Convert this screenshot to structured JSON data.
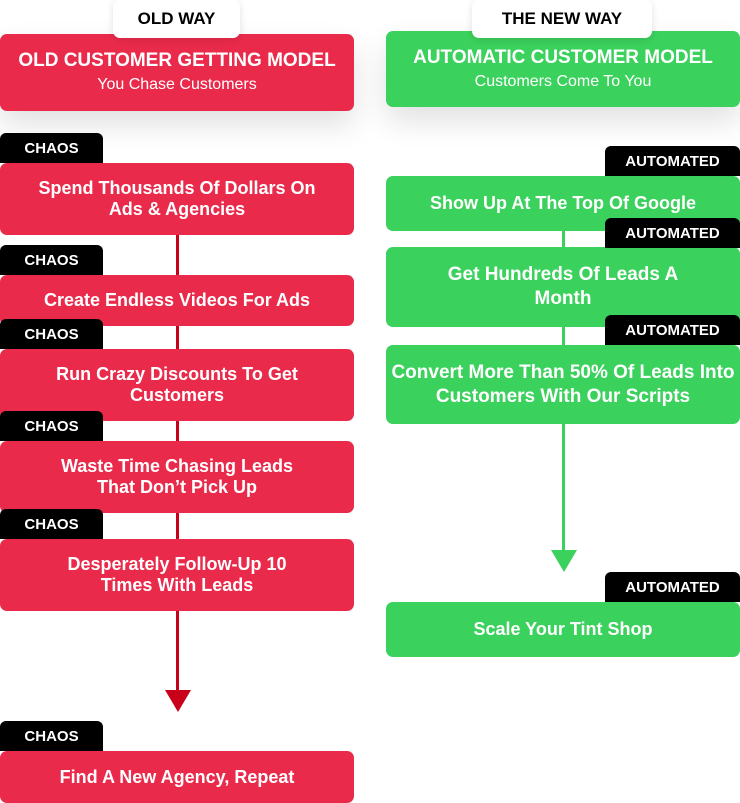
{
  "old": {
    "pill": "OLD WAY",
    "title": "OLD CUSTOMER GETTING MODEL",
    "subtitle": "You Chase Customers",
    "tag": "CHAOS",
    "steps": [
      "Spend Thousands Of Dollars On Ads & Agencies",
      "Create Endless Videos For Ads",
      "Run Crazy Discounts To Get Customers",
      "Waste Time Chasing Leads That Don’t Pick Up",
      "Desperately Follow-Up 10 Times With Leads",
      "Find A New Agency, Repeat"
    ]
  },
  "new": {
    "pill": "THE NEW WAY",
    "title": "AUTOMATIC CUSTOMER MODEL",
    "subtitle": "Customers Come To You",
    "tag": "AUTOMATED",
    "steps": [
      "Show Up At The Top Of Google",
      "Get Hundreds Of Leads A Month",
      "Convert More Than 50% Of Leads Into Customers With Our Scripts",
      "Scale Your Tint Shop"
    ]
  },
  "colors": {
    "red": "#EA2A4B",
    "green": "#3BD15D",
    "arrow_red": "#C8001A"
  }
}
